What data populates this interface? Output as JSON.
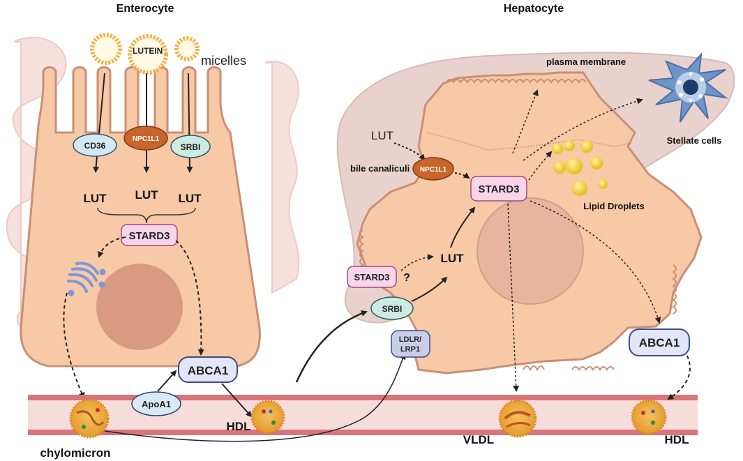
{
  "titles": {
    "left": "Enterocyte",
    "right": "Hepatocyte"
  },
  "labels": {
    "lutein": "LUTEIN",
    "micelles": "micelles",
    "cd36": "CD36",
    "npc1l1_ent": "NPC1L1",
    "srbi_ent": "SRBI",
    "lut1": "LUT",
    "lut2": "LUT",
    "lut3": "LUT",
    "stard3_ent": "STARD3",
    "abca1_ent": "ABCA1",
    "apoa1": "ApoA1",
    "hdl_left": "HDL",
    "chylomicron": "chylomicron",
    "plasma_membrane": "plasma membrane",
    "stellate": "Stellate cells",
    "lut_hep_in": "LUT",
    "bile_canaliculi": "bile canaliculi",
    "npc1l1_hep": "NPC1L1",
    "stard3_hep": "STARD3",
    "lipid_droplets": "Lipid Droplets",
    "stard3_q": "STARD3",
    "question": "?",
    "lut_hep": "LUT",
    "srbi_hep": "SRBI",
    "ldlr": "LDLR/",
    "lrp1": "LRP1",
    "abca1_hep": "ABCA1",
    "vldl": "VLDL",
    "hdl_right": "HDL"
  },
  "colors": {
    "cell_fill": "#f7c9a6",
    "cell_stroke": "#c98f74",
    "nucleus": "#d99a82",
    "liver": "#e7cfca",
    "intestine": "#f3d6d2",
    "vessel": "#d9747a",
    "vessel_light": "#f7dcdc",
    "cd36": "#d4e7f4",
    "npc1l1": "#c8652b",
    "srbi": "#cdebe2",
    "stard3": "#f8d5e9",
    "abca1": "#e2e6f6",
    "ldlr": "#c9cde8",
    "apoa1": "#d9e9f7",
    "micelle": "#f0b64a",
    "droplet": "#f2cc2f",
    "stellate": "#6f94c7",
    "golgi": "#7d96d6"
  }
}
